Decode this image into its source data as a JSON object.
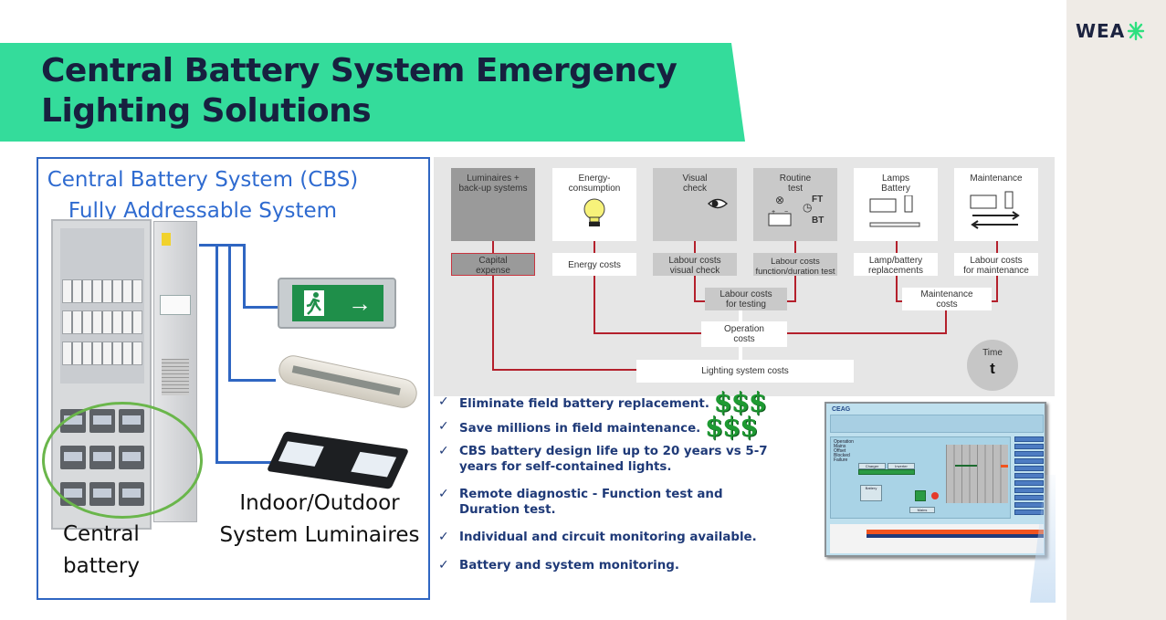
{
  "brand": {
    "logo_text": "WEA",
    "logo_icon": "starburst-icon",
    "accent_color": "#34dc9b",
    "title_color": "#17203f",
    "panel_color": "#efebe6"
  },
  "title": {
    "line1": "Central Battery System Emergency",
    "line2": "Lighting Solutions"
  },
  "cbs_panel": {
    "heading_line1": "Central Battery System (CBS)",
    "heading_line2": "Fully Addressable System",
    "exit_sign_icon": "running-man-exit-icon",
    "exit_arrow": "→",
    "battery_caption_line1": "Central",
    "battery_caption_line2": "battery",
    "luminaires_caption_line1": "Indoor/Outdoor",
    "luminaires_caption_line2": "System Luminaires",
    "heading_color": "#2f6bd0"
  },
  "cost_diagram": {
    "top_boxes": [
      {
        "line1": "Luminaires +",
        "line2": "back-up systems",
        "icon": ""
      },
      {
        "line1": "Energy-",
        "line2": "consumption",
        "icon": "💡"
      },
      {
        "line1": "Visual",
        "line2": "check",
        "icon": "👁"
      },
      {
        "line1": "Routine",
        "line2": "test",
        "icon": "⊗ FT BT"
      },
      {
        "line1": "Lamps",
        "line2": "Battery",
        "icon": "battery-lamp"
      },
      {
        "line1": "Maintenance",
        "line2": "",
        "icon": "⇄"
      }
    ],
    "mid_boxes": [
      {
        "line1": "Capital",
        "line2": "expense"
      },
      {
        "line1": "Energy costs",
        "line2": ""
      },
      {
        "line1": "Labour costs",
        "line2": "visual check"
      },
      {
        "line1": "Labour costs",
        "line2": "function/duration test"
      },
      {
        "line1": "Lamp/battery",
        "line2": "replacements"
      },
      {
        "line1": "Labour costs",
        "line2": "for maintenance"
      }
    ],
    "testing_box": {
      "line1": "Labour costs",
      "line2": "for testing"
    },
    "maintenance_box": {
      "line1": "Maintenance",
      "line2": "costs"
    },
    "operation_box": {
      "line1": "Operation",
      "line2": "costs"
    },
    "total_box": "Lighting system costs",
    "time_label": "Time",
    "time_symbol": "t",
    "ft_label": "FT",
    "bt_label": "BT",
    "line_color": "#b4202c"
  },
  "benefits": [
    {
      "text": "Eliminate field battery replacement.",
      "suffix": "$$$"
    },
    {
      "text": "Save millions in field maintenance.",
      "suffix": "$$$"
    },
    {
      "text": "CBS battery design life up to 20 years vs 5-7 years for self-contained lights.",
      "suffix": ""
    },
    {
      "text": "Remote diagnostic - Function test and Duration test.",
      "suffix": ""
    },
    {
      "text": "Individual and circuit monitoring available.",
      "suffix": ""
    },
    {
      "text": "Battery and system monitoring.",
      "suffix": ""
    }
  ],
  "benefit_check": "✓",
  "software": {
    "title": "CEAG",
    "legend": [
      "Operation",
      "Mains",
      "Offset",
      "Blocked",
      "Failure"
    ],
    "blocks": {
      "charger": "Charger",
      "inverter": "Inverter",
      "battery": "Battery",
      "mains": "Mains"
    }
  }
}
